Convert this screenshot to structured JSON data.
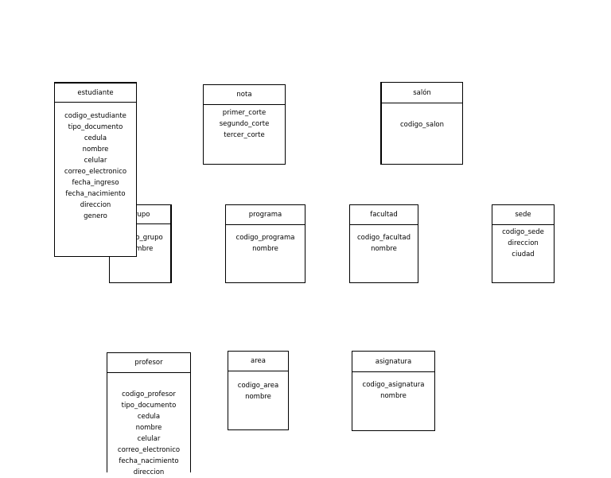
{
  "entities": {
    "estudiante": {
      "title": "estudiante",
      "attributes": [
        "codigo_estudiante",
        "tipo_documento",
        "cedula",
        "nombre",
        "celular",
        "correo_electronico",
        "fecha_ingreso",
        "fecha_nacimiento",
        "direccion",
        "genero"
      ]
    },
    "nota": {
      "title": "nota",
      "attributes": [
        "primer_corte",
        "segundo_corte",
        "tercer_corte"
      ]
    },
    "salon": {
      "title": "salón",
      "attributes": [
        "codigo_salon"
      ]
    },
    "grupo": {
      "title": "grupo",
      "attributes": [
        "codigo_grupo",
        "nombre"
      ]
    },
    "programa": {
      "title": "programa",
      "attributes": [
        "codigo_programa",
        "nombre"
      ]
    },
    "facultad": {
      "title": "facultad",
      "attributes": [
        "codigo_facultad",
        "nombre"
      ]
    },
    "sede": {
      "title": "sede",
      "attributes": [
        "codigo_sede",
        "direccion",
        "ciudad"
      ]
    },
    "profesor": {
      "title": "profesor",
      "attributes": [
        "codigo_profesor",
        "tipo_documento",
        "cedula",
        "nombre",
        "celular",
        "correo_electronico",
        "fecha_nacimiento",
        "direccion"
      ]
    },
    "area": {
      "title": "area",
      "attributes": [
        "codigo_area",
        "nombre"
      ]
    },
    "asignatura": {
      "title": "asignatura",
      "attributes": [
        "codigo_asignatura",
        "nombre"
      ]
    }
  }
}
